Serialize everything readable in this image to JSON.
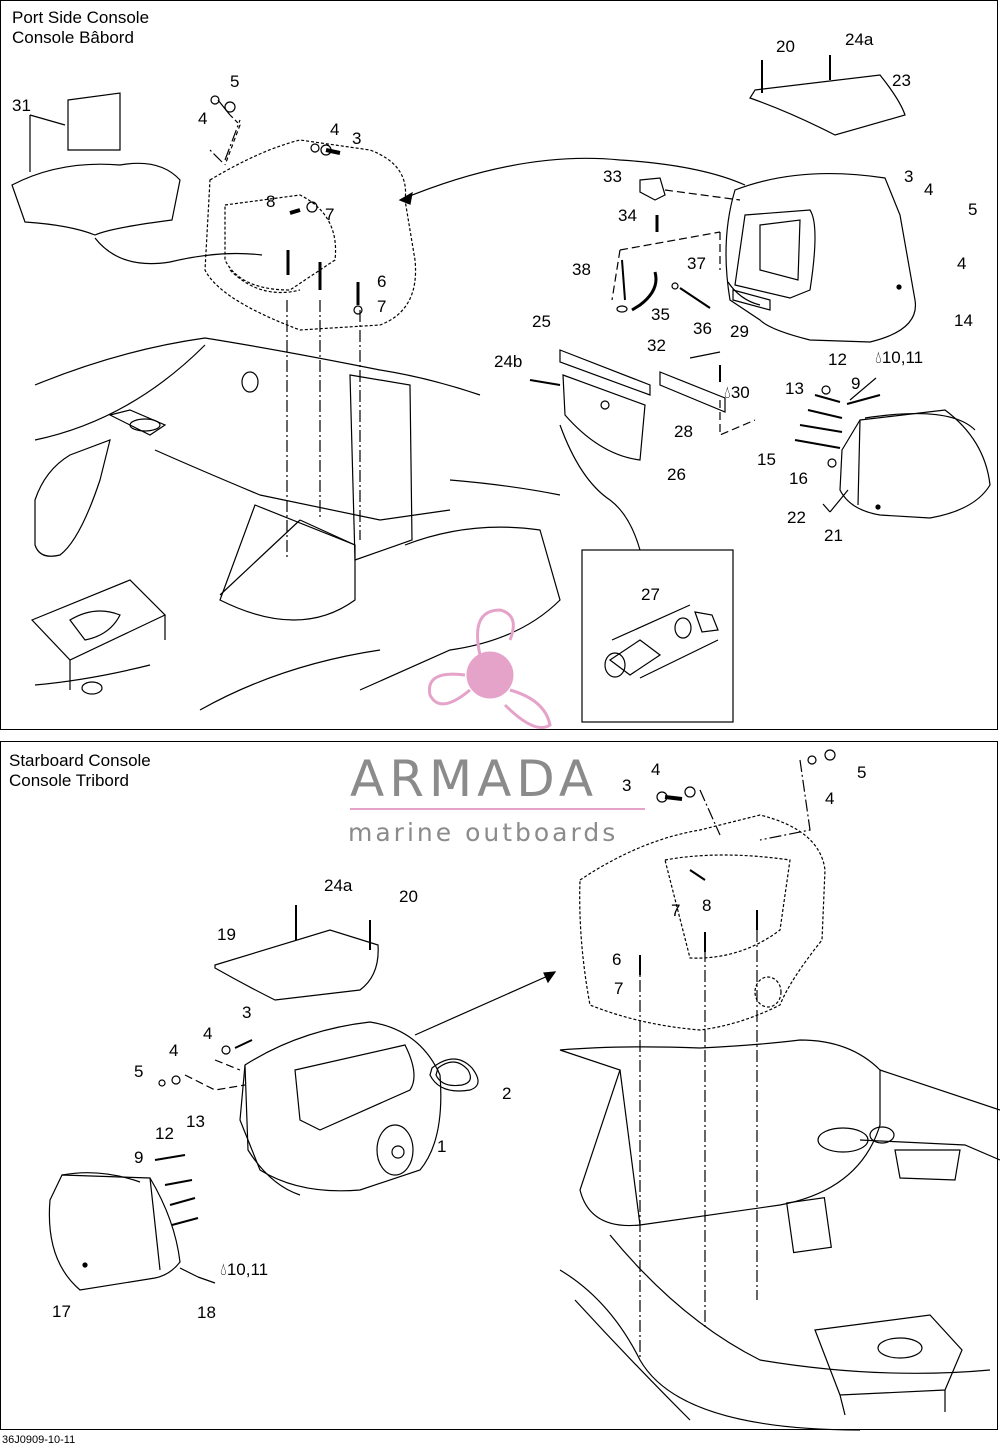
{
  "top_panel": {
    "title_en": "Port Side Console",
    "title_fr": "Console Bâbord"
  },
  "bottom_panel": {
    "title_en": "Starboard Console",
    "title_fr": "Console Tribord"
  },
  "watermark": {
    "brand": "ARMADA",
    "tagline": "marine outboards",
    "logo": "propeller-logo",
    "color_text": "#8b8b8b",
    "color_logo": "#e6a3c9"
  },
  "icons": {
    "sealant": "drop-icon"
  },
  "top_callouts": [
    "5",
    "4",
    "4",
    "3",
    "31",
    "8",
    "7",
    "6",
    "7",
    "20",
    "24a",
    "23",
    "33",
    "3",
    "4",
    "34",
    "5",
    "4",
    "38",
    "37",
    "35",
    "36",
    "14",
    "25",
    "32",
    "29",
    "24b",
    "30",
    "12",
    "10,11",
    "9",
    "13",
    "28",
    "26",
    "15",
    "16",
    "22",
    "21",
    "27"
  ],
  "bottom_callouts": [
    "3",
    "4",
    "5",
    "4",
    "24a",
    "20",
    "7",
    "8",
    "19",
    "6",
    "7",
    "3",
    "4",
    "5",
    "4",
    "2",
    "1",
    "13",
    "12",
    "9",
    "10,11",
    "17",
    "18"
  ],
  "footer": {
    "code": "36J0909-10-11"
  }
}
